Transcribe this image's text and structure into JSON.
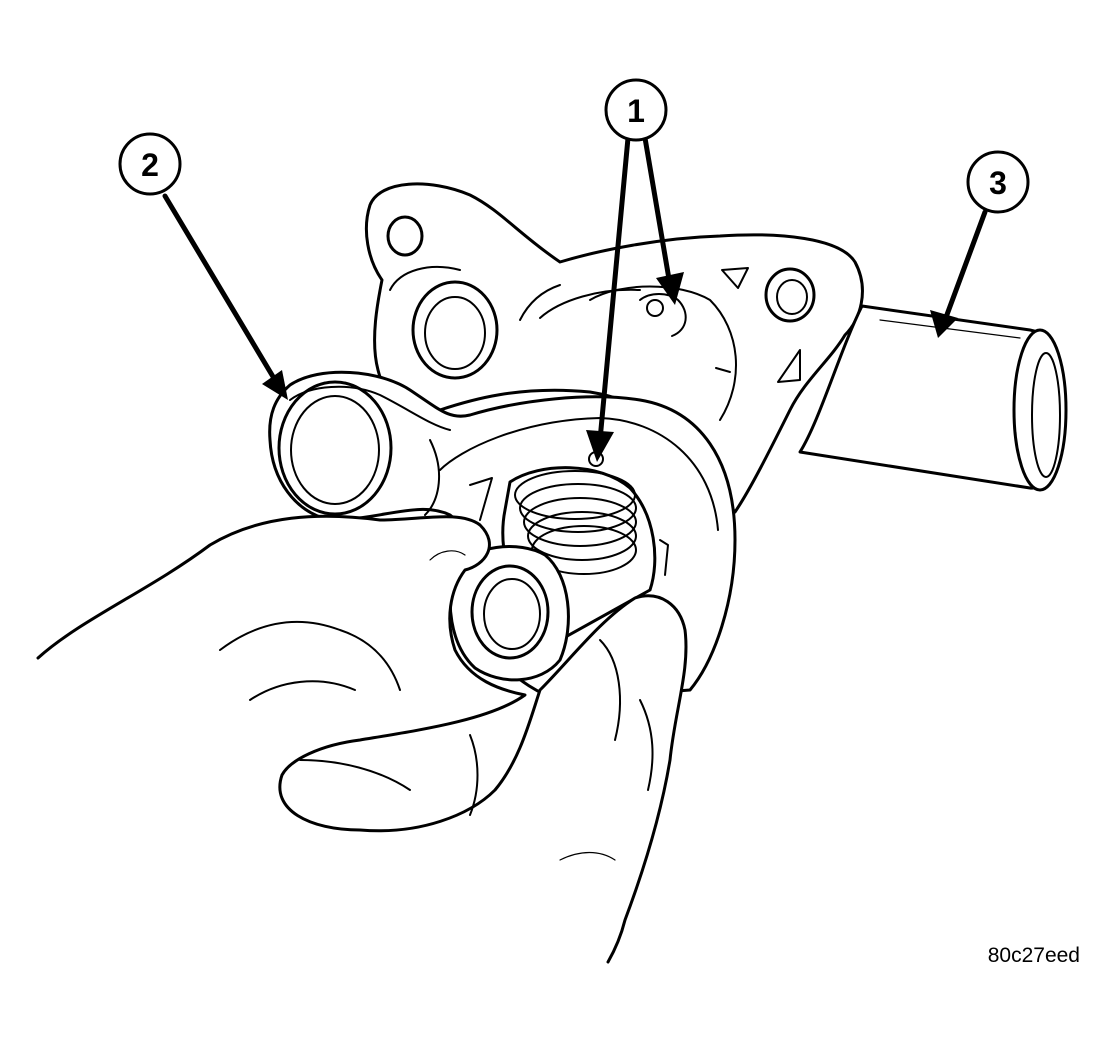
{
  "callouts": [
    {
      "number": "1"
    },
    {
      "number": "2"
    },
    {
      "number": "3"
    }
  ],
  "figure_id": "80c27eed",
  "colors": {
    "line": "#000000",
    "background": "#ffffff"
  }
}
